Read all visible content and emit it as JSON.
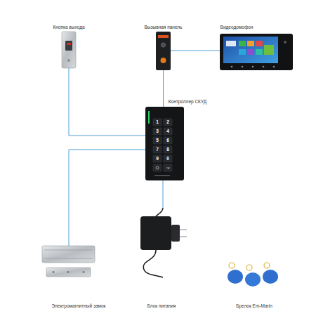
{
  "diagram": {
    "nodes": [
      {
        "text": [
          "Кнопка выхода"
        ]
      },
      {
        "text": [
          "Вызывная панель"
        ]
      },
      {
        "text": [
          "Видеодомофон"
        ]
      },
      {
        "text": [
          "Контроллер СКУД"
        ]
      },
      {
        "text": [
          "Электромагнитный замок"
        ]
      },
      {
        "text": [
          "Блок питания"
        ]
      },
      {
        "text": [
          "Брелок Em-Marin"
        ]
      }
    ],
    "edges": [
      {
        "from": 3,
        "to": 0,
        "arrow": "none"
      },
      {
        "from": 1,
        "to": 3,
        "arrow": "none"
      },
      {
        "from": 1,
        "to": 2,
        "arrow": "none"
      },
      {
        "from": 3,
        "to": 4,
        "arrow": "none"
      },
      {
        "from": 3,
        "to": 5,
        "arrow": "none"
      }
    ],
    "labels": [
      "1",
      "2",
      "3",
      "4",
      "5",
      "6",
      "7",
      "8",
      "9",
      "0"
    ]
  }
}
